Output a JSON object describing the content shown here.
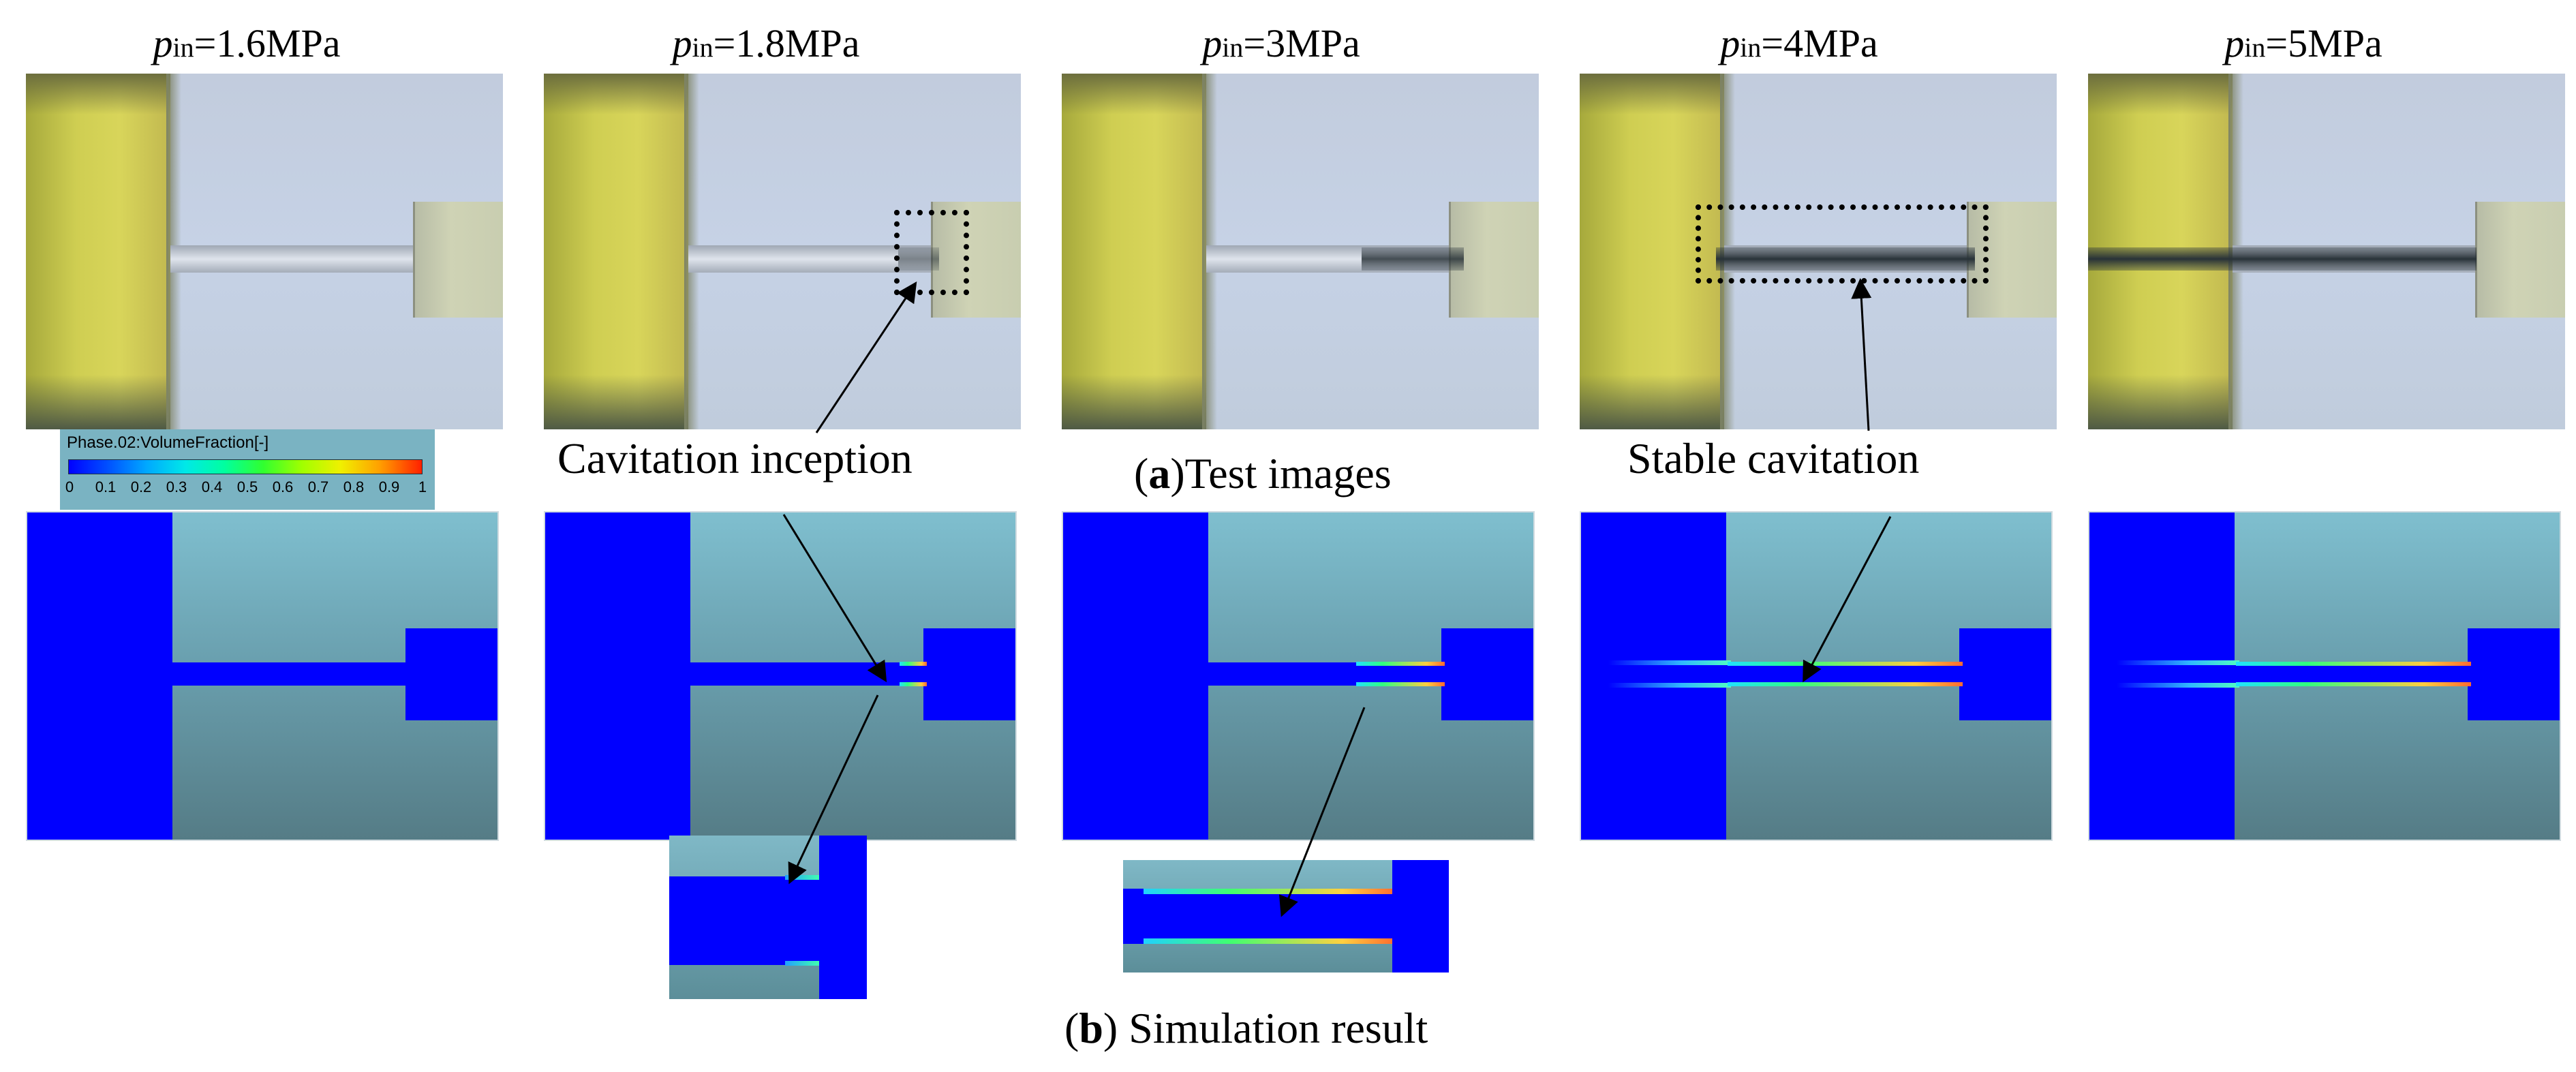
{
  "conditions": [
    {
      "p": "p",
      "sub": "in",
      "value": "=1.6MPa"
    },
    {
      "p": "p",
      "sub": "in",
      "value": "=1.8MPa"
    },
    {
      "p": "p",
      "sub": "in",
      "value": "=3MPa"
    },
    {
      "p": "p",
      "sub": "in",
      "value": "=4MPa"
    },
    {
      "p": "p",
      "sub": "in",
      "value": "=5MPa"
    }
  ],
  "annotations": {
    "inception": "Cavitation inception",
    "stable": "Stable cavitation"
  },
  "captions": {
    "a_label": "a",
    "a_text": "Test images",
    "b_label": "b",
    "b_text": " Simulation result"
  },
  "legend": {
    "title": "Phase.02:VolumeFraction[-]",
    "ticks": [
      "0",
      "0.1",
      "0.2",
      "0.3",
      "0.4",
      "0.5",
      "0.6",
      "0.7",
      "0.8",
      "0.9",
      "1"
    ]
  },
  "colors": {
    "liquid": "#0000ff",
    "vapor_high": "#ff2000",
    "background": "#ffffff"
  }
}
